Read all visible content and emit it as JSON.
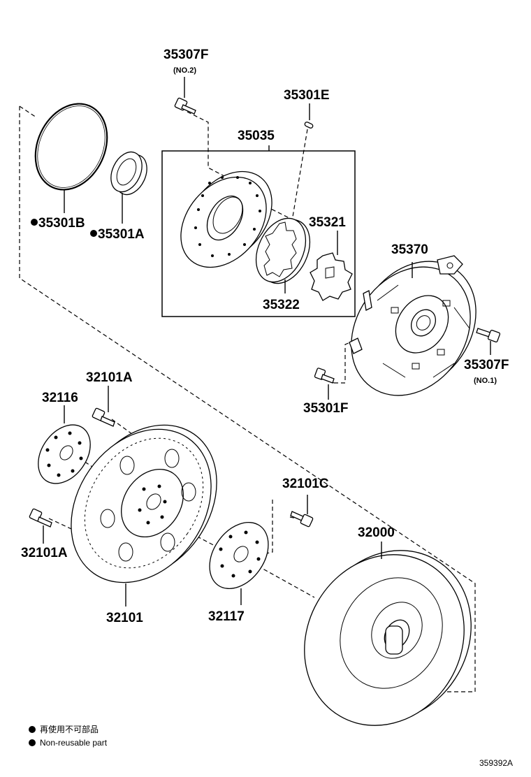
{
  "parts": {
    "p35307F_no2": "35307F",
    "p35307F_no2_sub": "(NO.2)",
    "p35301E": "35301E",
    "p35035": "35035",
    "p35301B": "35301B",
    "p35301A": "35301A",
    "p35321": "35321",
    "p35322": "35322",
    "p35370": "35370",
    "p35307F_no1": "35307F",
    "p35307F_no1_sub": "(NO.1)",
    "p35301F": "35301F",
    "p32101A_top": "32101A",
    "p32116": "32116",
    "p32101A_bottom": "32101A",
    "p32101": "32101",
    "p32101C": "32101C",
    "p32000": "32000",
    "p32117": "32117"
  },
  "legend": {
    "jp": "再使用不可部品",
    "en": "Non-reusable part"
  },
  "figure_code": "359392A"
}
